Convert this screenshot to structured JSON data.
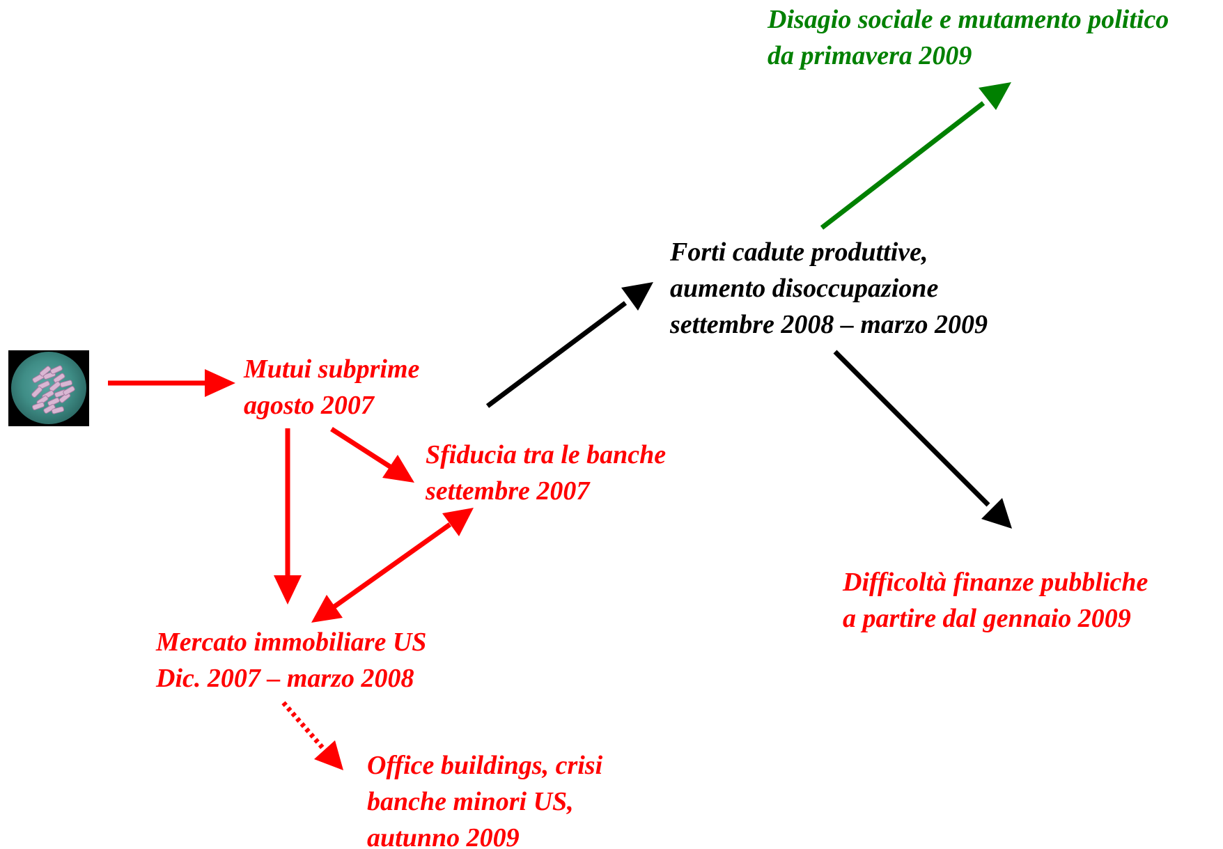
{
  "diagram": {
    "origin_icon": "bacteria-petri-dish-icon",
    "colors": {
      "red": "#ff0000",
      "black": "#000000",
      "green": "#008000"
    },
    "nodes": {
      "mutui": {
        "line1": "Mutui subprime",
        "line2": "agosto 2007"
      },
      "sfiducia": {
        "line1": "Sfiducia tra le banche",
        "line2": "settembre 2007"
      },
      "mercato": {
        "line1": "Mercato immobiliare US",
        "line2": "Dic. 2007 – marzo 2008"
      },
      "office": {
        "line1": "Office buildings, crisi",
        "line2": "banche minori US,",
        "line3": "autunno 2009"
      },
      "forti": {
        "line1": "Forti cadute produttive,",
        "line2": "aumento disoccupazione",
        "line3": "settembre 2008 – marzo 2009"
      },
      "disagio": {
        "line1": "Disagio sociale e mutamento politico",
        "line2": "da primavera 2009"
      },
      "difficolta": {
        "line1": "Difficoltà finanze pubbliche",
        "line2": "a partire dal gennaio 2009"
      }
    }
  }
}
